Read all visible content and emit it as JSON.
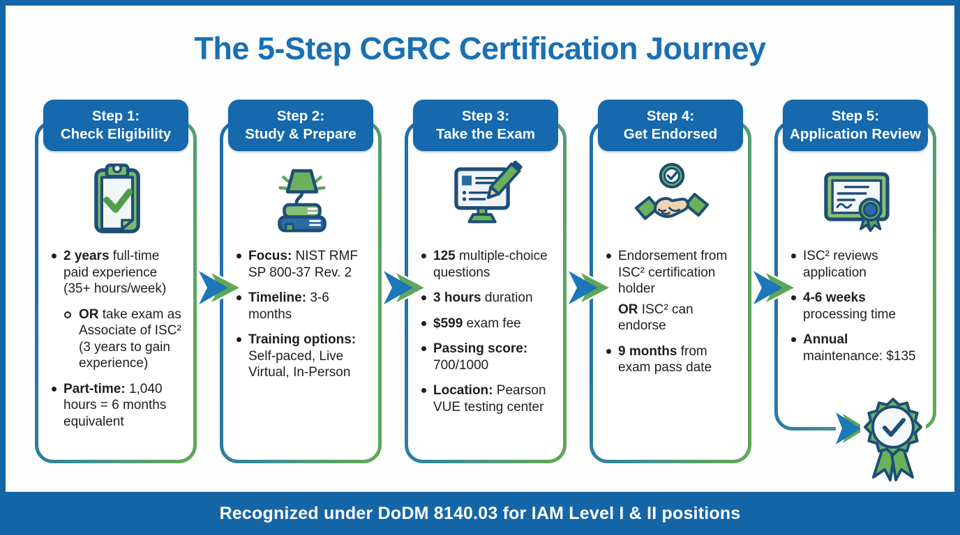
{
  "title": "The 5-Step CGRC Certification Journey",
  "footer": {
    "text": "Recognized under DoDM 8140.03 for IAM Level I & II positions"
  },
  "colors": {
    "primary_blue": "#1569ac",
    "accent_green": "#5fa758",
    "icon_navy": "#1d4e78",
    "title_blue": "#1a70b2",
    "footer_blue": "#1566a6",
    "body_text": "#1e1e1e"
  },
  "steps": [
    {
      "header_line1": "Step 1:",
      "header_line2": "Check Eligibility",
      "icon": "clipboard-check-icon",
      "bullets": [
        {
          "level": "main",
          "bold": "2 years",
          "text": " full-time paid experience (35+ hours/week)"
        },
        {
          "level": "sub",
          "bold": "OR",
          "text": " take exam as Associate of ISC² (3 years to gain experience)"
        },
        {
          "level": "main",
          "bold": "Part-time:",
          "text": " 1,040 hours = 6 months equivalent"
        }
      ]
    },
    {
      "header_line1": "Step 2:",
      "header_line2": "Study & Prepare",
      "icon": "lamp-books-icon",
      "bullets": [
        {
          "level": "main",
          "bold": "Focus:",
          "text": " NIST RMF SP 800-37 Rev. 2"
        },
        {
          "level": "main",
          "bold": "Timeline:",
          "text": " 3-6 months"
        },
        {
          "level": "main",
          "bold": "Training options:",
          "text": " Self-paced, Live Virtual, In-Person"
        }
      ]
    },
    {
      "header_line1": "Step 3:",
      "header_line2": "Take the Exam",
      "icon": "exam-monitor-pencil-icon",
      "bullets": [
        {
          "level": "main",
          "bold": "125",
          "text": " multiple-choice questions"
        },
        {
          "level": "main",
          "bold": "3 hours",
          "text": " duration"
        },
        {
          "level": "main",
          "bold": "$599",
          "text": " exam fee"
        },
        {
          "level": "main",
          "bold": "Passing score:",
          "text": " 700/1000"
        },
        {
          "level": "main",
          "bold": "Location:",
          "text": " Pearson VUE testing center"
        }
      ]
    },
    {
      "header_line1": "Step 4:",
      "header_line2": "Get Endorsed",
      "icon": "handshake-badge-icon",
      "bullets": [
        {
          "level": "main",
          "bold": "",
          "text": "Endorsement from ISC² certification holder"
        },
        {
          "level": "cont",
          "bold": "OR",
          "text": " ISC² can endorse"
        },
        {
          "level": "main",
          "bold": "9 months",
          "text": " from exam pass date"
        }
      ]
    },
    {
      "header_line1": "Step 5:",
      "header_line2": "Application Review",
      "icon": "certificate-icon",
      "bullets": [
        {
          "level": "main",
          "bold": "",
          "text": "ISC² reviews application"
        },
        {
          "level": "main",
          "bold": "4-6 weeks",
          "text": " processing time"
        },
        {
          "level": "main",
          "bold": "Annual",
          "text": " maintenance: $135"
        }
      ]
    }
  ]
}
